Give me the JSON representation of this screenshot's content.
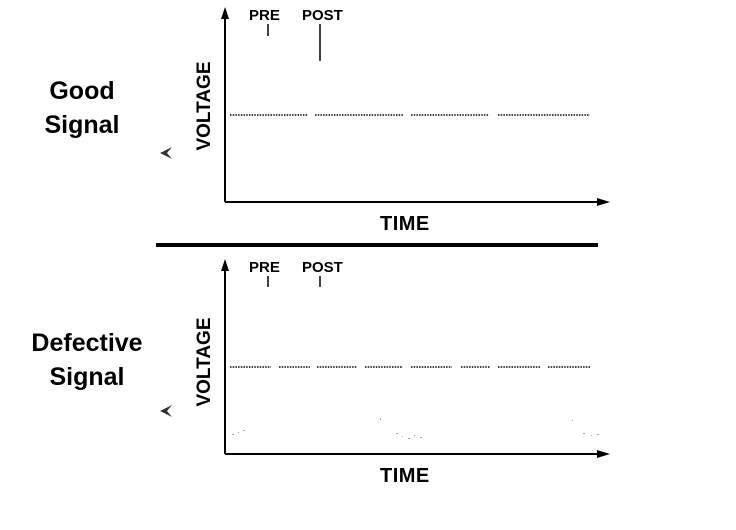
{
  "panels": {
    "good": {
      "label_line1": "Good",
      "label_line2": "Signal",
      "marker_pre": "PRE",
      "marker_post": "POST",
      "ylabel": "VOLTAGE",
      "xlabel": "TIME"
    },
    "defective": {
      "label_line1": "Defective",
      "label_line2": "Signal",
      "marker_pre": "PRE",
      "marker_post": "POST",
      "ylabel": "VOLTAGE",
      "xlabel": "TIME"
    }
  },
  "colors": {
    "ink": "#000000",
    "background": "#ffffff"
  }
}
